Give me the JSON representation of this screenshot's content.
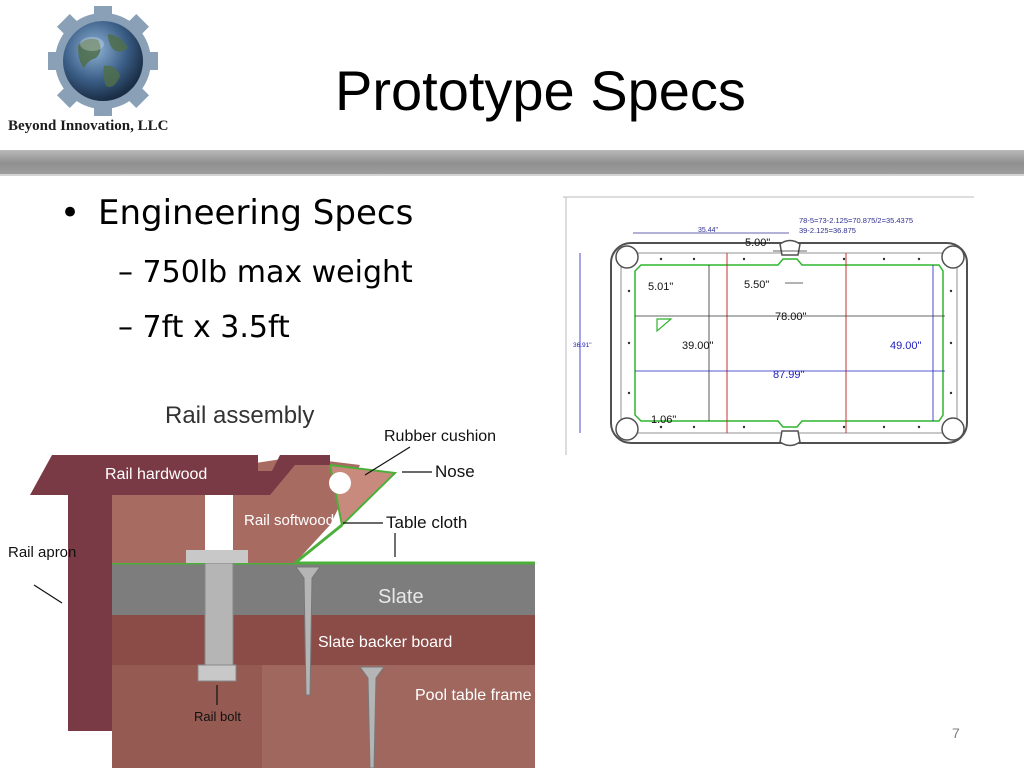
{
  "header": {
    "title": "Prototype Specs",
    "company": "Beyond Innovation, LLC",
    "logo_icon": "gear-globe-logo"
  },
  "content": {
    "bullet_main": "Engineering Specs",
    "sub_items": [
      "750lb max weight",
      "7ft x 3.5ft"
    ]
  },
  "table_plan": {
    "notes": [
      "78-5=73-2.125=70.875/2=35.4375",
      "39-2.125=36.875"
    ],
    "dims": {
      "top_small": "35.44\"",
      "pocket": "5.00\"",
      "corner": "5.01\"",
      "inner": "5.50\"",
      "length_inner": "78.00\"",
      "width_left": "39.00\"",
      "width_right": "49.00\"",
      "length_outer": "87.99\"",
      "rail": "1.06\"",
      "side": "36.91\""
    },
    "colors": {
      "outline": "#505050",
      "cloth": "#2fb52f",
      "lines": "#c03030",
      "dim_blue": "#2020c0"
    }
  },
  "rail_assembly": {
    "title": "Rail assembly",
    "labels": {
      "rubber_cushion": "Rubber cushion",
      "nose": "Nose",
      "rail_hardwood": "Rail hardwood",
      "rail_softwood": "Rail softwood",
      "table_cloth": "Table cloth",
      "rail_apron": "Rail apron",
      "slate": "Slate",
      "slate_backer": "Slate backer board",
      "frame": "Pool table frame",
      "rail_bolt": "Rail bolt"
    },
    "colors": {
      "hardwood": "#7a3a45",
      "softwood": "#a86b62",
      "slate": "#7d7d7d",
      "backer": "#8b4c48",
      "cloth": "#4caf3a"
    }
  },
  "footer": {
    "page_number": "7"
  }
}
